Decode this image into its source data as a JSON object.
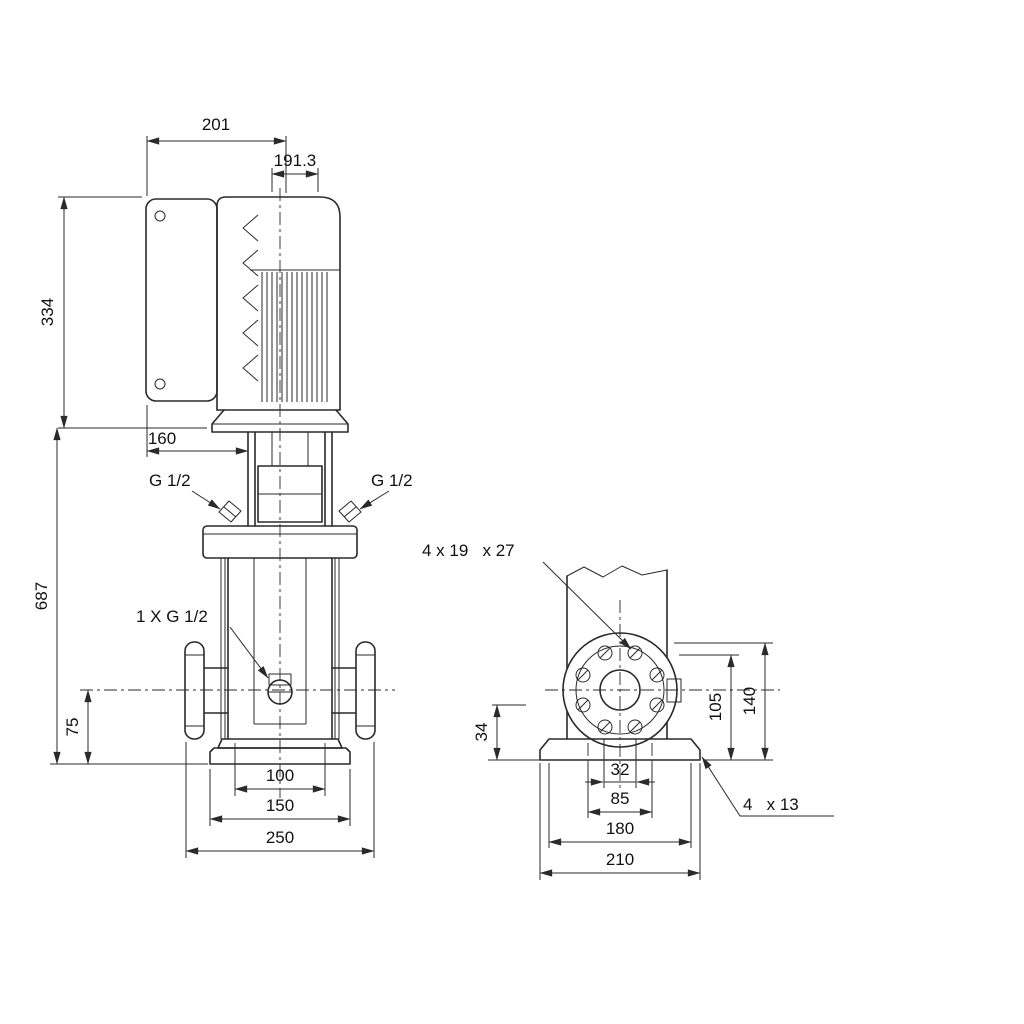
{
  "colors": {
    "line": "#2a2a2a",
    "background": "#ffffff"
  },
  "drawing": {
    "front_view": {
      "dims": {
        "d201": "201",
        "d191": "191.3",
        "d334": "334",
        "d160": "160",
        "d687": "687",
        "d75": "75",
        "d100": "100",
        "d150": "150",
        "d250": "250"
      },
      "ports": {
        "left": "G 1/2",
        "right": "G 1/2",
        "drain": "1 X G 1/2"
      }
    },
    "side_view": {
      "dims": {
        "d34": "34",
        "d105": "105",
        "d140": "140",
        "d32": "32",
        "d85": "85",
        "d180": "180",
        "d210": "210"
      },
      "callouts": {
        "flange_holes": "4 x 19   x 27",
        "base_holes": "4   x 13"
      }
    }
  }
}
